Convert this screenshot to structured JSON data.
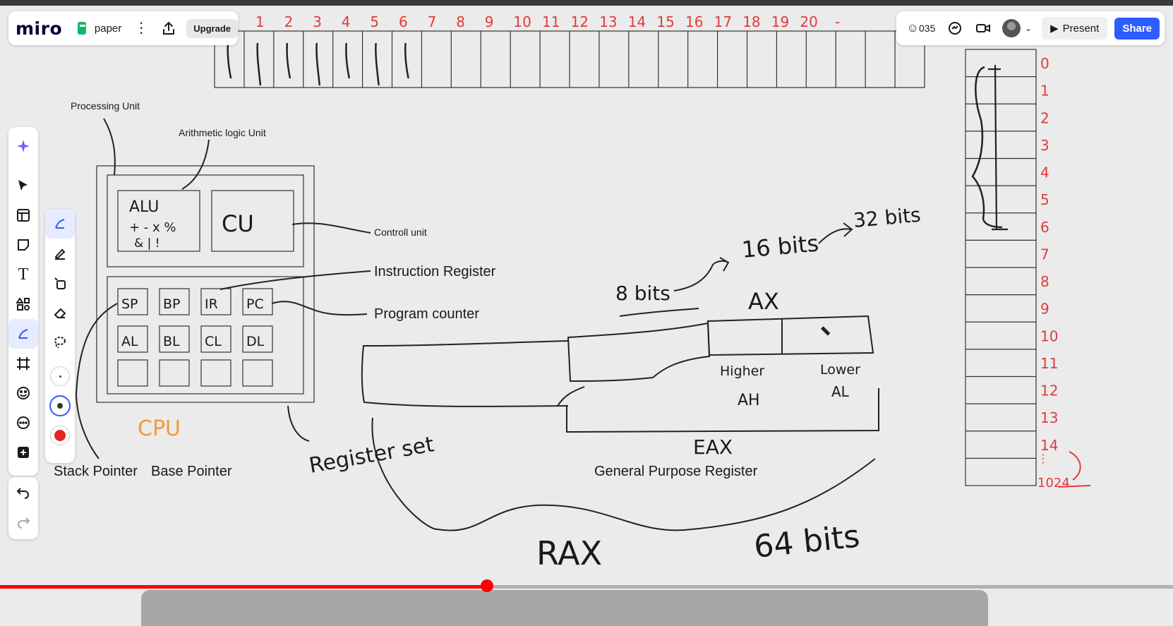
{
  "app": {
    "logo": "miro",
    "board_name": "paper",
    "upgrade_label": "Upgrade",
    "present_label": "Present",
    "share_label": "Share"
  },
  "colors": {
    "accent": "#2e5cff",
    "board_icon": "#12b76a",
    "ink_red": "#e33b3b",
    "ink_orange": "#f29a3c",
    "progress": "#ff0000"
  },
  "icons": {
    "header": [
      "board-icon",
      "more-options-icon",
      "export-icon"
    ],
    "header_right": [
      "reactions-icon",
      "chat-icon",
      "video-call-icon",
      "avatar",
      "chevron-down-icon",
      "play-icon"
    ],
    "toolbar": [
      "ai-sparkle-icon",
      "select-cursor-icon",
      "templates-icon",
      "sticky-note-icon",
      "text-tool-icon",
      "shapes-icon",
      "pen-tool-icon",
      "frame-icon",
      "stickers-icon",
      "comment-icon",
      "add-more-icon"
    ],
    "pen_palette": [
      "pen-icon",
      "highlighter-icon",
      "smart-drawing-icon",
      "eraser-icon",
      "lasso-icon",
      "thin-stroke-icon",
      "medium-stroke-icon",
      "red-color-icon"
    ],
    "history": [
      "undo-icon",
      "redo-icon"
    ]
  },
  "board": {
    "top_index_labels": [
      "1",
      "2",
      "3",
      "4",
      "5",
      "6",
      "7",
      "8",
      "9",
      "10",
      "11",
      "12",
      "13",
      "14",
      "15",
      "16",
      "17",
      "18",
      "19",
      "20"
    ],
    "top_index_trailing": "-",
    "reactions_count": "035",
    "right_column_labels": [
      "0",
      "1",
      "2",
      "3",
      "4",
      "5",
      "6",
      "7",
      "8",
      "9",
      "10",
      "11",
      "12",
      "13",
      "14"
    ],
    "right_column_last": "1024",
    "right_column_dots": "⋮",
    "labels": {
      "processing_unit": "Processing Unit",
      "alu_label": "Arithmetic logic Unit",
      "control_unit": "Controll unit",
      "instruction_register": "Instruction Register",
      "program_counter": "Program counter",
      "stack_pointer": "Stack Pointer",
      "base_pointer": "Base Pointer",
      "general_purpose_register": "General Purpose Register"
    },
    "handwriting": {
      "alu": "ALU",
      "alu_ops1": "+ - x %",
      "alu_ops2": "& | !",
      "cu": "CU",
      "registers": [
        "SP",
        "BP",
        "IR",
        "PC",
        "AL",
        "BL",
        "CL",
        "DL"
      ],
      "cpu": "CPU",
      "register_set": "Register set",
      "bits8": "8 bits",
      "bits16": "16 bits",
      "bits32": "32 bits",
      "bits64": "64 bits",
      "ax": "AX",
      "higher": "Higher",
      "ah": "AH",
      "lower": "Lower",
      "al": "AL",
      "eax": "EAX",
      "rax": "RAX"
    }
  },
  "video": {
    "progress": 0.415
  }
}
